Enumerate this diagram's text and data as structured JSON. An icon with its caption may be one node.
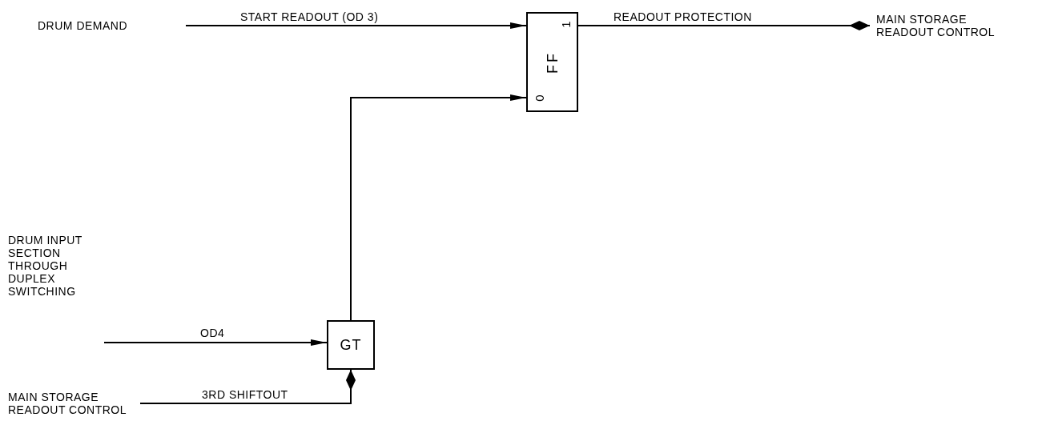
{
  "diagram": {
    "nodes": [
      {
        "text": [
          "DRUM DEMAND"
        ]
      },
      {
        "text": [
          "FF",
          "0",
          "1"
        ]
      },
      {
        "text": [
          "MAIN STORAGE READOUT CONTROL"
        ]
      },
      {
        "text": [
          "DRUM INPUT SECTION THROUGH DUPLEX SWITCHING"
        ]
      },
      {
        "text": [
          "GT"
        ]
      },
      {
        "text": [
          "MAIN STORAGE READOUT CONTROL"
        ]
      }
    ],
    "edges": [
      {
        "from": 0,
        "to": 1,
        "arrow": "to",
        "label": "START READOUT (OD 3)"
      },
      {
        "from": 4,
        "to": 1,
        "arrow": "to"
      },
      {
        "from": 1,
        "to": 2,
        "arrow": "other",
        "label": "READOUT PROTECTION"
      },
      {
        "from": 3,
        "to": 4,
        "arrow": "to",
        "label": "OD4"
      },
      {
        "from": 5,
        "to": 4,
        "arrow": "other",
        "label": "3RD SHIFTOUT"
      }
    ]
  }
}
